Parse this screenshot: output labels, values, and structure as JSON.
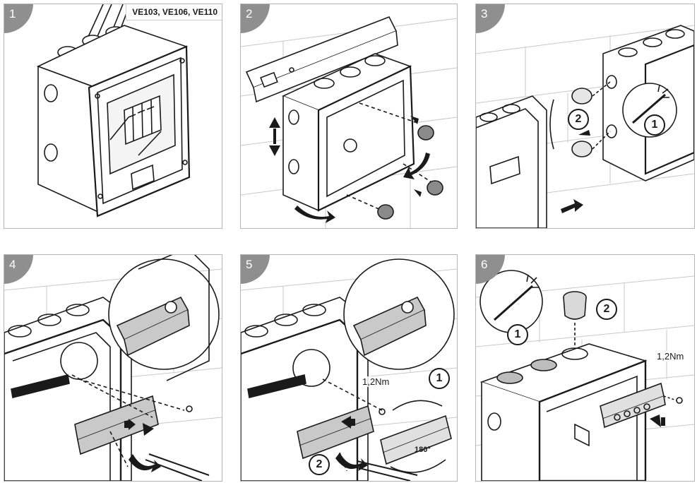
{
  "panels": [
    {
      "number": "1",
      "model_label": "VE103, VE106, VE110"
    },
    {
      "number": "2"
    },
    {
      "number": "3",
      "callouts": [
        "1",
        "2"
      ]
    },
    {
      "number": "4"
    },
    {
      "number": "5",
      "callouts": [
        "1",
        "2"
      ],
      "torque": "1,2Nm",
      "rotation": "180°"
    },
    {
      "number": "6",
      "callouts": [
        "1",
        "2"
      ],
      "torque": "1,2Nm"
    }
  ],
  "colors": {
    "tab": "#8f8f8f",
    "frame": "#b5b5b5",
    "line": "#1a1a1a",
    "rail": "#c9c9c9"
  }
}
